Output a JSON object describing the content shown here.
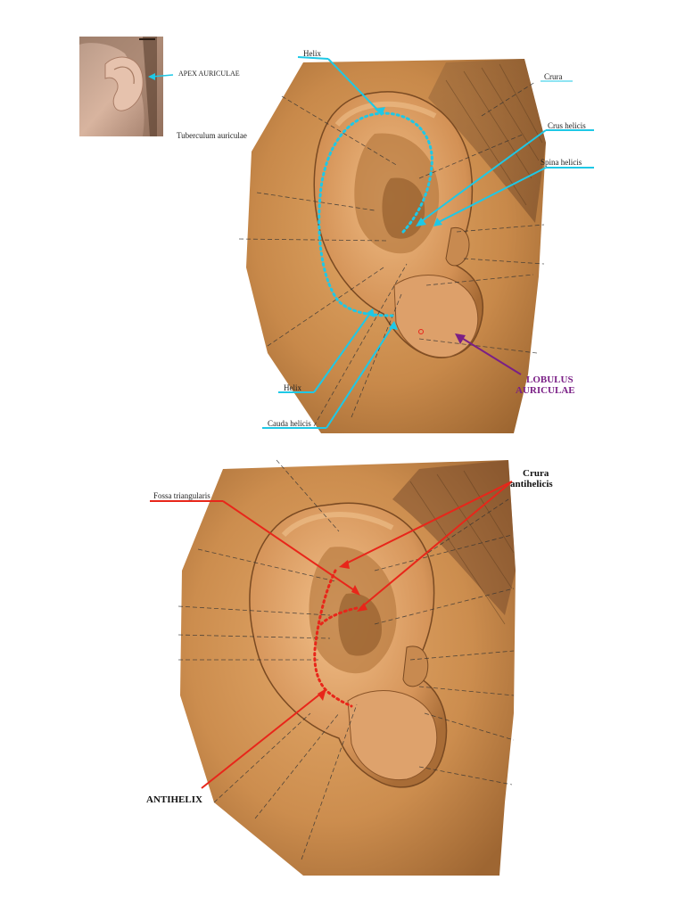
{
  "photo": {
    "label": "APEX AURICULAE"
  },
  "top_diagram": {
    "labels": {
      "helix_top": "Helix",
      "crura": "Crura",
      "tuberculum": "Tuberculum auriculae",
      "crus_helicis": "Crus helicis",
      "spina_helicis": "Spina helicis",
      "helix_bottom": "Helix",
      "cauda_helicis": "Cauda helicis",
      "lobulus_line1": "LOBULUS",
      "lobulus_line2": "AURICULAE"
    }
  },
  "bottom_diagram": {
    "labels": {
      "fossa": "Fossa triangularis",
      "crura_line1": "Crura",
      "crura_line2": "antihelicis",
      "antihelix": "ANTIHELIX"
    }
  },
  "colors": {
    "cyan": "#1ec8e6",
    "red": "#e8261a",
    "purple": "#7a1f86",
    "skin": "#c8894a"
  }
}
